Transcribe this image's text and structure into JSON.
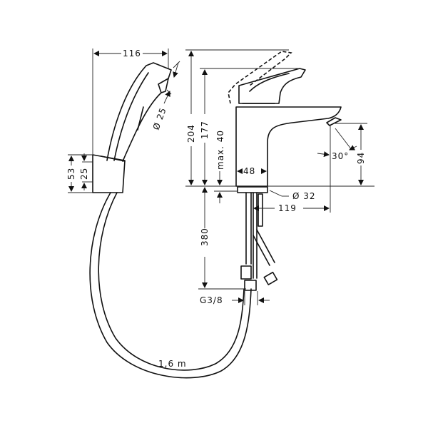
{
  "title": "Faucet with bidet hand shower - technical drawing",
  "colors": {
    "line": "#111111",
    "background": "#ffffff"
  },
  "dimensions": {
    "handshower_width": "116",
    "handshower_diameter": "Ø 25",
    "holder_height": "53",
    "holder_inner": "25",
    "total_height": "204",
    "spout_height": "177",
    "max_thickness": "max. 40",
    "body_width": "48",
    "base_diameter": "Ø 32",
    "projection": "119",
    "outlet_height": "94",
    "angle": "30°",
    "hose_length": "380",
    "connection": "G3/8",
    "shower_hose": "1,6 m"
  }
}
